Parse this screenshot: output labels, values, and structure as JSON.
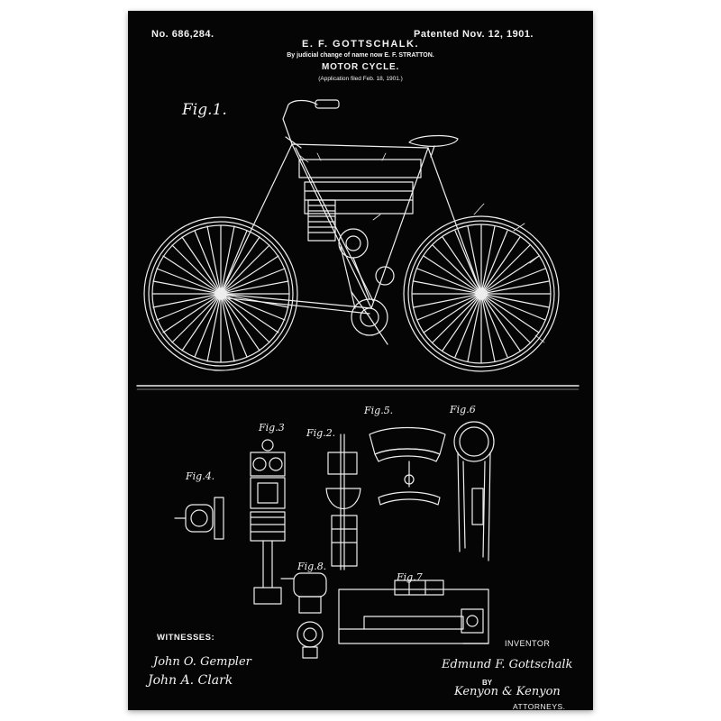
{
  "header": {
    "patent_number": "No. 686,284.",
    "patent_date": "Patented Nov. 12, 1901.",
    "inventor_name": "E. F. GOTTSCHALK.",
    "judicial_note": "By judicial change of name now E. F. STRATTON.",
    "title": "MOTOR CYCLE.",
    "application_note": "(Application filed Feb. 18, 1901.)"
  },
  "figures": {
    "fig1": "Fig.1.",
    "fig2": "Fig.2.",
    "fig3": "Fig.3",
    "fig4": "Fig.4.",
    "fig5": "Fig.5.",
    "fig6": "Fig.6",
    "fig7": "Fig.7",
    "fig8": "Fig.8."
  },
  "footer": {
    "witnesses_label": "WITNESSES:",
    "witness_signature_1": "John O. Gempler",
    "witness_signature_2": "John A. Clark",
    "inventor_label": "INVENTOR",
    "inventor_signature": "Edmund F. Gottschalk",
    "by_label": "BY",
    "attorney_signature": "Kenyon & Kenyon",
    "attorneys_label": "ATTORNEYS."
  },
  "colors": {
    "poster_background": "#050505",
    "line_color": "#f2f2f2",
    "page_background": "#ffffff"
  }
}
